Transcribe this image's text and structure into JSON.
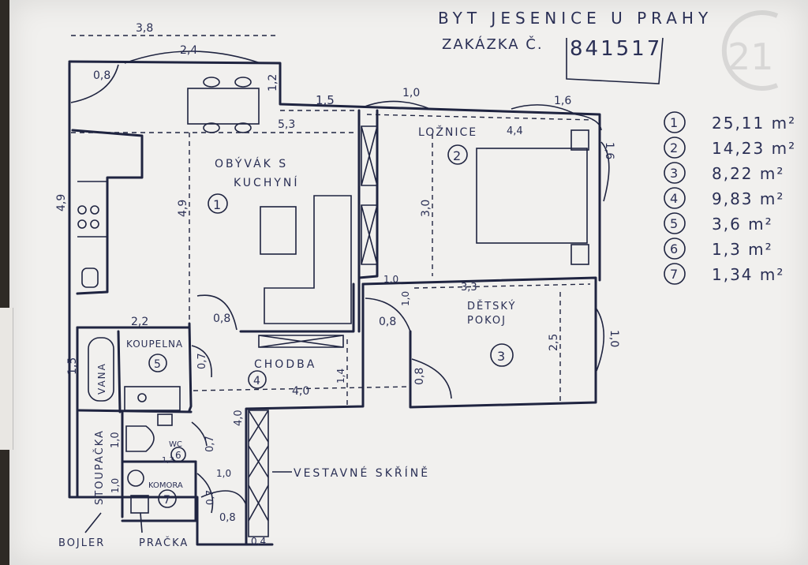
{
  "header": {
    "line1": "BYT JESENICE U PRAHY",
    "line2_prefix": "ZAKÁZKA Č.",
    "order_number": "841517"
  },
  "logo": {
    "text": "21"
  },
  "rooms": [
    {
      "no": "1",
      "name_line1": "OBÝVÁK S",
      "name_line2": "KUCHYNÍ"
    },
    {
      "no": "2",
      "name": "LOŽNICE"
    },
    {
      "no": "3",
      "name_line1": "DĚTSKÝ",
      "name_line2": "POKOJ"
    },
    {
      "no": "4",
      "name": "CHODBA"
    },
    {
      "no": "5",
      "name": "KOUPELNA"
    },
    {
      "no": "6",
      "name": "WC"
    },
    {
      "no": "7",
      "name": "KOMORA"
    }
  ],
  "areas": [
    {
      "no": "1",
      "value": "25,11 m²"
    },
    {
      "no": "2",
      "value": "14,23 m²"
    },
    {
      "no": "3",
      "value": "8,22 m²"
    },
    {
      "no": "4",
      "value": "9,83 m²"
    },
    {
      "no": "5",
      "value": "3,6 m²"
    },
    {
      "no": "6",
      "value": "1,3 m²"
    },
    {
      "no": "7",
      "value": "1,34 m²"
    }
  ],
  "labels": {
    "vana": "VANA",
    "stoupacka": "STOUPAČKA",
    "vestavne": "VESTAVNÉ SKŘÍNĚ",
    "bojler": "BOJLER",
    "pracka": "PRAČKA"
  },
  "dimensions": {
    "d_3_8": "3,8",
    "d_2_4": "2,4",
    "d_0_8a": "0,8",
    "d_1_2": "1,2",
    "d_1_5": "1,5",
    "d_1_0a": "1,0",
    "d_1_6a": "1,6",
    "d_5_3": "5,3",
    "d_4_4": "4,4",
    "d_1_6b": "1,6",
    "d_4_9a": "4,9",
    "d_4_9b": "4,9",
    "d_3_0": "3,0",
    "d_1_0b": "1,0",
    "d_1_0c": "1,0",
    "d_3_3": "3,3",
    "d_0_8b": "0,8",
    "d_0_8c": "0,8",
    "d_2_2": "2,2",
    "d_2_5": "2,5",
    "d_1_0d": "1,0",
    "d_1_5b": "1,5",
    "d_0_7a": "0,7",
    "d_1_4": "1,4",
    "d_0_8d": "0,8",
    "d_4_0": "4,0",
    "d_1_0e": "1,0",
    "d_4_0b": "4,0",
    "d_0_7b": "0,7",
    "d_1_3": "1,3",
    "d_1_0f": "1,0",
    "d_1_0g": "1,0",
    "d_0_7c": "0,7",
    "d_0_8e": "0,8",
    "d_0_4": "0,4"
  }
}
